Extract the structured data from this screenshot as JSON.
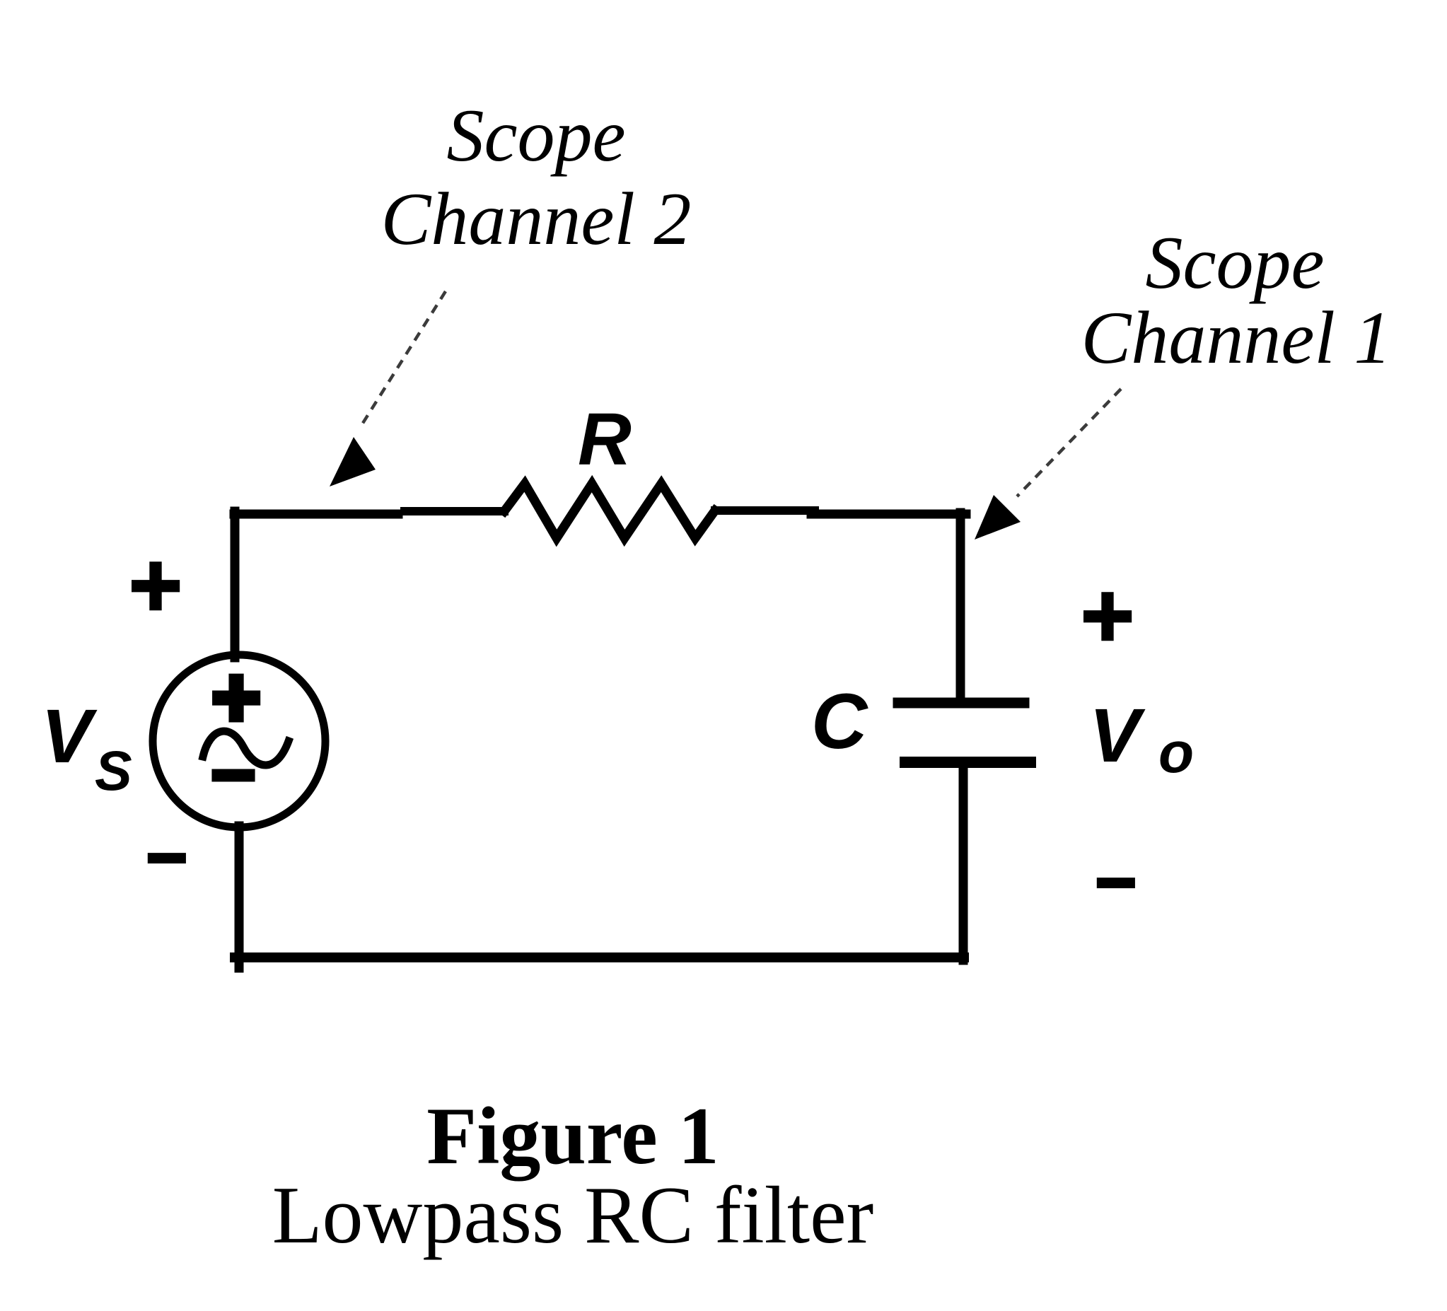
{
  "colors": {
    "ink": "#000000",
    "background": "#ffffff",
    "dashed_leader": "#3b3b3b"
  },
  "annotations": {
    "scope_channel_2": {
      "line1": "Scope",
      "line2": "Channel 2"
    },
    "scope_channel_1": {
      "line1": "Scope",
      "line2": "Channel 1"
    }
  },
  "labels": {
    "source": {
      "base": "V",
      "sub": "S"
    },
    "resistor": "R",
    "capacitor": "C",
    "output": {
      "base": "V",
      "sub": "o"
    }
  },
  "polarity": {
    "source_outer_plus": "+",
    "source_outer_minus": "−",
    "source_inner_plus": "+",
    "source_inner_minus": "−",
    "output_plus": "+",
    "output_minus": "−"
  },
  "caption": {
    "title": "Figure 1",
    "subtitle": "Lowpass RC filter"
  }
}
